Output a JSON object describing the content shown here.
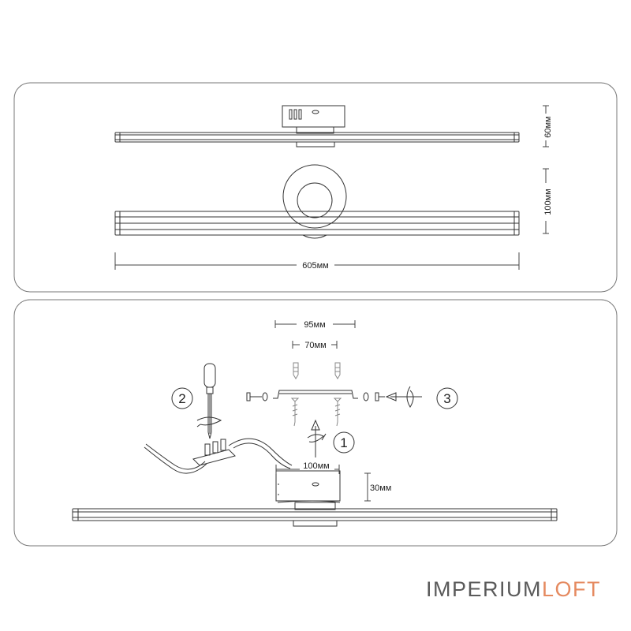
{
  "dimensions": {
    "side_height": "60мм",
    "front_height": "100мм",
    "total_width": "605мм",
    "bracket_outer": "95мм",
    "bracket_inner": "70мм",
    "base_width": "100мм",
    "base_height": "30мм"
  },
  "steps": [
    "1",
    "2",
    "3"
  ],
  "brand": {
    "part1": "IMPERIUM",
    "part2": "LOFT"
  },
  "colors": {
    "line": "#333333",
    "brand_gray": "#5a5a5a",
    "brand_accent": "#e58a60"
  }
}
